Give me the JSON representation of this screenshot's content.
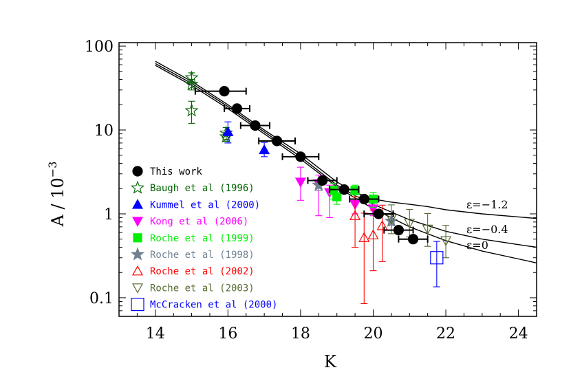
{
  "chart_data": {
    "type": "scatter",
    "xlabel": "K",
    "ylabel": "A / 10",
    "ylabel_exponent": "−3",
    "yscale": "log",
    "xlim": [
      13,
      24.5
    ],
    "ylim": [
      0.06,
      110
    ],
    "x_ticks": [
      14,
      16,
      18,
      20,
      22,
      24
    ],
    "x_tick_labels": [
      "14",
      "16",
      "18",
      "20",
      "22",
      "24"
    ],
    "y_ticks": [
      0.1,
      1,
      10,
      100
    ],
    "y_tick_labels": [
      "0.1",
      "1",
      "10",
      "100"
    ],
    "series": [
      {
        "name": "This work",
        "marker": "circle-filled",
        "color": "#000000",
        "points": [
          {
            "x": 15.9,
            "y": 29.0,
            "xerr": [
              0.8,
              0.6
            ]
          },
          {
            "x": 16.25,
            "y": 18.0,
            "xerr": [
              0.35,
              0.35
            ]
          },
          {
            "x": 16.75,
            "y": 11.3,
            "xerr": [
              0.4,
              0.4
            ]
          },
          {
            "x": 17.35,
            "y": 7.4,
            "xerr": [
              0.5,
              0.5
            ]
          },
          {
            "x": 18.0,
            "y": 4.8,
            "xerr": [
              0.5,
              0.5
            ]
          },
          {
            "x": 18.6,
            "y": 2.5,
            "xerr": [
              0.4,
              0.4
            ]
          },
          {
            "x": 19.2,
            "y": 1.95,
            "xerr": [
              0.4,
              0.4
            ]
          },
          {
            "x": 19.75,
            "y": 1.5,
            "xerr": [
              0.4,
              0.4
            ]
          },
          {
            "x": 20.15,
            "y": 1.0,
            "xerr": [
              0.4,
              0.4
            ]
          },
          {
            "x": 20.7,
            "y": 0.64,
            "xerr": [
              0.4,
              0.4
            ]
          },
          {
            "x": 21.1,
            "y": 0.5,
            "xerr": [
              0.4,
              0.4
            ]
          }
        ]
      },
      {
        "name": "Baugh et al (1996)",
        "marker": "star-open",
        "color": "#006400",
        "points": [
          {
            "x": 15.0,
            "y": 42.0,
            "yerr": [
              6,
              6
            ]
          },
          {
            "x": 15.0,
            "y": 35.0,
            "yerr": [
              5,
              5
            ]
          },
          {
            "x": 15.0,
            "y": 17.0,
            "yerr": [
              5,
              5
            ]
          },
          {
            "x": 15.95,
            "y": 9.2,
            "yerr": [
              1.5,
              1.5
            ]
          },
          {
            "x": 15.95,
            "y": 8.3,
            "yerr": [
              1.0,
              1.0
            ]
          }
        ]
      },
      {
        "name": "Kummel et al (2000)",
        "marker": "triangle-up-filled",
        "color": "#0000ff",
        "points": [
          {
            "x": 16.0,
            "y": 9.5,
            "yerr": [
              2.5,
              3.0
            ]
          },
          {
            "x": 17.0,
            "y": 5.8,
            "yerr": [
              1.0,
              1.3
            ]
          }
        ]
      },
      {
        "name": "Kong et al (2006)",
        "marker": "triangle-down-filled",
        "color": "#ff00ff",
        "points": [
          {
            "x": 18.0,
            "y": 2.4,
            "yerr": [
              0.95,
              1.2
            ]
          },
          {
            "x": 18.5,
            "y": 2.3,
            "yerr": [
              1.35,
              0.6
            ]
          },
          {
            "x": 18.8,
            "y": 1.8,
            "yerr": [
              0.9,
              0.4
            ]
          },
          {
            "x": 19.5,
            "y": 1.3,
            "yerr": [
              0.3,
              0.4
            ]
          },
          {
            "x": 20.0,
            "y": 1.15,
            "yerr": [
              0.2,
              0.3
            ]
          }
        ]
      },
      {
        "name": "Roche et al (1999)",
        "marker": "square-filled",
        "color": "#00ee00",
        "points": [
          {
            "x": 18.9,
            "y": 1.9,
            "yerr": [
              0.4,
              0.4
            ]
          },
          {
            "x": 19.0,
            "y": 1.6,
            "yerr": [
              0.3,
              0.3
            ]
          },
          {
            "x": 19.5,
            "y": 1.9,
            "yerr": [
              0.3,
              0.3
            ]
          },
          {
            "x": 20.0,
            "y": 1.5,
            "yerr": [
              0.3,
              0.3
            ]
          }
        ]
      },
      {
        "name": "Roche et al (1998)",
        "marker": "star-filled",
        "color": "#708090",
        "points": [
          {
            "x": 18.5,
            "y": 2.2,
            "yerr": [
              0.3,
              0.3
            ]
          },
          {
            "x": 20.5,
            "y": 0.82,
            "yerr": [
              0.1,
              0.1
            ]
          }
        ]
      },
      {
        "name": "Roche et al (2002)",
        "marker": "triangle-up-open",
        "color": "#ff0000",
        "points": [
          {
            "x": 19.5,
            "y": 0.95,
            "yerr": [
              0.55,
              0.65
            ]
          },
          {
            "x": 19.75,
            "y": 0.52,
            "yerr": [
              0.435,
              0.5
            ]
          },
          {
            "x": 20.0,
            "y": 0.56,
            "yerr": [
              0.35,
              0.55
            ]
          },
          {
            "x": 20.25,
            "y": 0.72,
            "yerr": [
              0.45,
              0.55
            ]
          }
        ]
      },
      {
        "name": "Roche et al (2003)",
        "marker": "triangle-down-open",
        "color": "#556b2f",
        "points": [
          {
            "x": 20.5,
            "y": 0.88,
            "yerr": [
              0.3,
              0.4
            ]
          },
          {
            "x": 21.0,
            "y": 0.78,
            "yerr": [
              0.25,
              0.35
            ]
          },
          {
            "x": 21.5,
            "y": 0.66,
            "yerr": [
              0.25,
              0.35
            ]
          },
          {
            "x": 22.0,
            "y": 0.48,
            "yerr": [
              0.18,
              0.25
            ]
          }
        ]
      },
      {
        "name": "McCracken et al (2000)",
        "marker": "square-open",
        "color": "#0000ff",
        "points": [
          {
            "x": 21.75,
            "y": 0.3,
            "yerr": [
              0.165,
              0.17
            ]
          }
        ]
      }
    ],
    "curves": [
      {
        "label": "ε=−1.2",
        "points": [
          [
            14,
            66
          ],
          [
            15,
            38
          ],
          [
            16,
            20
          ],
          [
            17,
            10
          ],
          [
            18,
            5.2
          ],
          [
            19,
            2.4
          ],
          [
            19.5,
            1.8
          ],
          [
            20,
            1.5
          ],
          [
            20.5,
            1.38
          ],
          [
            21,
            1.3
          ],
          [
            21.5,
            1.22
          ],
          [
            22,
            1.12
          ],
          [
            23,
            1.0
          ],
          [
            24,
            0.92
          ],
          [
            24.5,
            0.88
          ]
        ]
      },
      {
        "label": "ε=−0.4",
        "points": [
          [
            14,
            62
          ],
          [
            15,
            36
          ],
          [
            16,
            19
          ],
          [
            17,
            9.5
          ],
          [
            18,
            4.8
          ],
          [
            19,
            2.2
          ],
          [
            19.5,
            1.65
          ],
          [
            20,
            1.3
          ],
          [
            20.5,
            1.05
          ],
          [
            21,
            0.85
          ],
          [
            22,
            0.62
          ],
          [
            23,
            0.5
          ],
          [
            24,
            0.43
          ],
          [
            24.5,
            0.4
          ]
        ]
      },
      {
        "label": "ε=0",
        "points": [
          [
            14,
            59
          ],
          [
            15,
            34
          ],
          [
            16,
            18
          ],
          [
            17,
            9.0
          ],
          [
            18,
            4.5
          ],
          [
            19,
            2.1
          ],
          [
            19.5,
            1.55
          ],
          [
            20,
            1.15
          ],
          [
            20.5,
            0.9
          ],
          [
            21,
            0.7
          ],
          [
            22,
            0.48
          ],
          [
            23,
            0.36
          ],
          [
            24,
            0.29
          ],
          [
            24.5,
            0.26
          ]
        ]
      }
    ],
    "legend_position": "left"
  }
}
